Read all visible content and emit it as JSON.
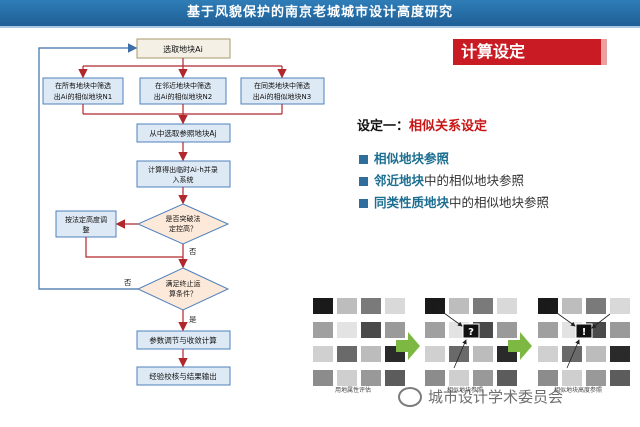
{
  "title": "基于风貌保护的南京老城城市设计高度研究",
  "banner": "计算设定",
  "setting": {
    "prefix": "设定一：",
    "highlight": "相似关系设定"
  },
  "bullets": [
    {
      "teal": "相似地块参照",
      "plain": ""
    },
    {
      "teal": "邻近地块",
      "plain": "中的相似地块参照"
    },
    {
      "teal": "同类性质地块",
      "plain": "中的相似地块参照"
    }
  ],
  "flowchart": {
    "nodes": {
      "select": "选取地块Ai",
      "branch1": [
        "在所有地块中筛选",
        "出Ai的相似地块N1"
      ],
      "branch2": [
        "在邻近地块中筛选",
        "出Ai的相似地块N2"
      ],
      "branch3": [
        "在同类地块中筛选",
        "出Ai的相似地块N3"
      ],
      "pickRef": "从中选取参照地块Aj",
      "compute": [
        "计算得出临时Ai-h并录",
        "入系统"
      ],
      "adjust": [
        "按法定高度调",
        "整"
      ],
      "breach": [
        "是否突破法",
        "定控高？"
      ],
      "terminate": [
        "满足终止运",
        "算条件？"
      ],
      "tune": "参数调节与收敛计算",
      "verify": "经验校核与结果输出"
    },
    "labels": {
      "no_breach": "否",
      "no_terminate": "否",
      "yes_terminate": "是"
    }
  },
  "panels": {
    "captions": [
      "用地属性评估",
      "相似地块参照",
      "相似地块高度参照"
    ],
    "question_mark": "?",
    "exclamation": "!"
  },
  "watermark": "城市设计学术委员会",
  "colors": {
    "title_bg": "#2462a0",
    "banner_bg": "#c91b23",
    "highlight": "#c81616",
    "node_fill": "#dde9f4",
    "node_border": "#4f81bd",
    "first_node_fill": "#f5f0e6",
    "first_node_border": "#a89a6a",
    "diamond_fill": "#fde9d9",
    "arrow_red": "#b0272d",
    "arrow_blue": "#3d6ea8",
    "green_arrow": "#7db942"
  }
}
